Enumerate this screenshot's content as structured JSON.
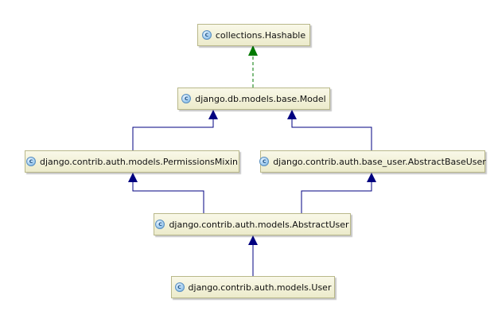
{
  "diagram": {
    "colors": {
      "inheritance_arrow": "#000080",
      "interface_arrow": "#007a00",
      "node_border": "#b9b88a",
      "node_fill": "#ecebcb",
      "class_icon": "#a8d1f2"
    },
    "icon_letter": "c",
    "nodes": {
      "hashable": {
        "label": "collections.Hashable",
        "icon": "class-icon"
      },
      "model": {
        "label": "django.db.models.base.Model",
        "icon": "class-icon"
      },
      "permissions_mixin": {
        "label": "django.contrib.auth.models.PermissionsMixin",
        "icon": "class-icon"
      },
      "abstract_base_user": {
        "label": "django.contrib.auth.base_user.AbstractBaseUser",
        "icon": "class-icon"
      },
      "abstract_user": {
        "label": "django.contrib.auth.models.AbstractUser",
        "icon": "class-icon"
      },
      "user": {
        "label": "django.contrib.auth.models.User",
        "icon": "class-icon"
      }
    },
    "edges": [
      {
        "from": "model",
        "to": "hashable",
        "kind": "implements",
        "style": "dashed"
      },
      {
        "from": "permissions_mixin",
        "to": "model",
        "kind": "extends",
        "style": "solid"
      },
      {
        "from": "abstract_base_user",
        "to": "model",
        "kind": "extends",
        "style": "solid"
      },
      {
        "from": "abstract_user",
        "to": "permissions_mixin",
        "kind": "extends",
        "style": "solid"
      },
      {
        "from": "abstract_user",
        "to": "abstract_base_user",
        "kind": "extends",
        "style": "solid"
      },
      {
        "from": "user",
        "to": "abstract_user",
        "kind": "extends",
        "style": "solid"
      }
    ]
  }
}
